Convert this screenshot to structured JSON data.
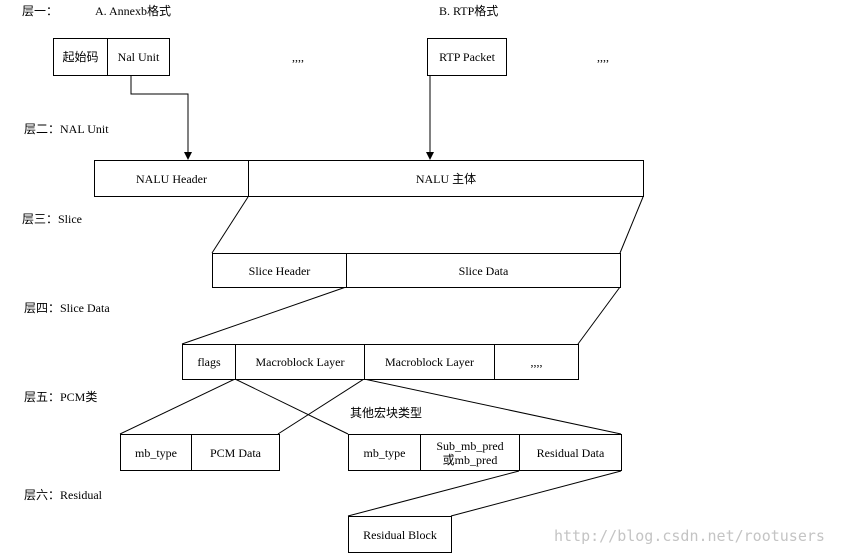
{
  "layers": {
    "l1": "层一：",
    "l1_a": "A. Annexb格式",
    "l1_b": "B. RTP格式",
    "l2": "层二：NAL Unit",
    "l3": "层三：Slice",
    "l4": "层四：Slice Data",
    "l5": "层五：PCM类",
    "l6": "层六：Residual"
  },
  "boxes": {
    "start_code": "起始码",
    "nal_unit": "Nal Unit",
    "rtp_packet": "RTP Packet",
    "nalu_header": "NALU Header",
    "nalu_body": "NALU 主体",
    "slice_header": "Slice Header",
    "slice_data": "Slice Data",
    "flags": "flags",
    "mb_layer_1": "Macroblock Layer",
    "mb_layer_2": "Macroblock Layer",
    "ellipsis_box": ",,,,",
    "pcm_mb_type": "mb_type",
    "pcm_data": "PCM Data",
    "other_mb_type": "mb_type",
    "sub_mb_pred_1": "Sub_mb_pred",
    "sub_mb_pred_2": "或mb_pred",
    "residual_data": "Residual Data",
    "residual_block": "Residual Block"
  },
  "annotations": {
    "dots_a": ",,,,",
    "dots_b": ",,,,",
    "other_mb": "其他宏块类型"
  },
  "watermark": "http://blog.csdn.net/rootusers",
  "colors": {
    "line": "#000000",
    "watermark": "#c4c4c4"
  }
}
